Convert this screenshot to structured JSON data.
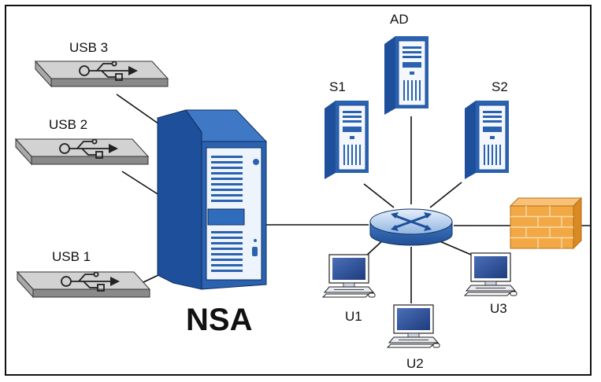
{
  "nsa": {
    "label": "NSA"
  },
  "usb_devices": [
    {
      "label": "USB 3"
    },
    {
      "label": "USB 2"
    },
    {
      "label": "USB 1"
    }
  ],
  "servers": [
    {
      "label": "AD"
    },
    {
      "label": "S1"
    },
    {
      "label": "S2"
    }
  ],
  "user_pcs": [
    {
      "label": "U1"
    },
    {
      "label": "U2"
    },
    {
      "label": "U3"
    }
  ],
  "icons": {
    "usb": "usb-drive-icon",
    "server": "server-tower-icon",
    "switch": "network-switch-icon",
    "firewall": "firewall-brick-icon",
    "pc": "desktop-computer-icon"
  },
  "colors": {
    "device_blue": "#2a62b0",
    "device_dark": "#1a3c78",
    "device_light": "#dce9f8",
    "usb_gray": "#c9c9c9",
    "brick_orange": "#f2a844",
    "line": "#111111"
  }
}
